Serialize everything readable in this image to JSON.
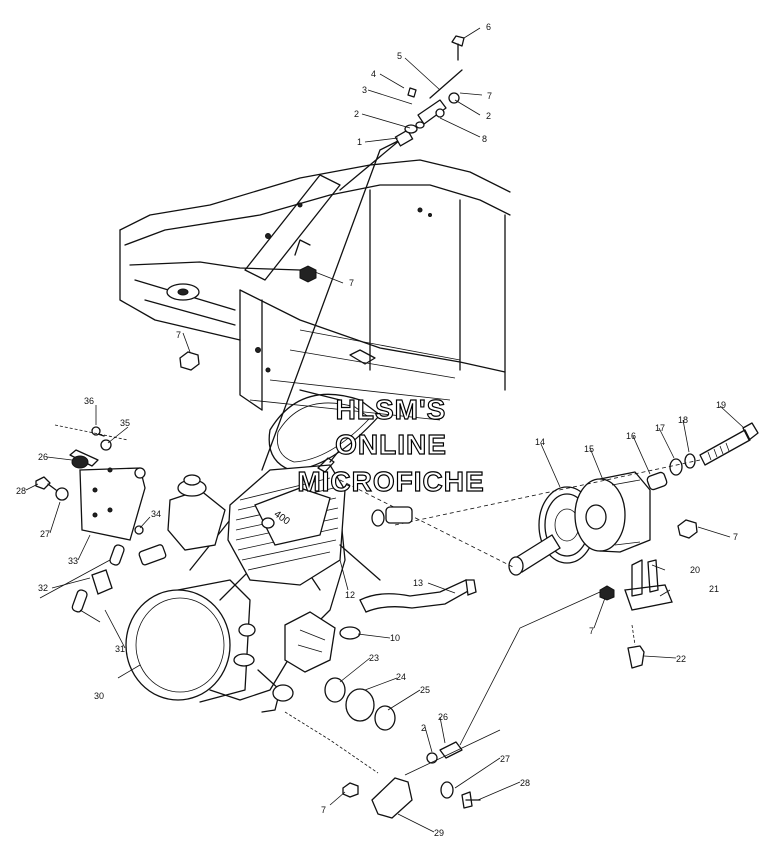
{
  "watermark": {
    "lines": [
      "HLSM'S",
      "ONLINE",
      "MICROFICHE"
    ]
  },
  "callouts": [
    {
      "id": "c1",
      "label": "1"
    },
    {
      "id": "c2a",
      "label": "2"
    },
    {
      "id": "c2b",
      "label": "2"
    },
    {
      "id": "c2c",
      "label": "2"
    },
    {
      "id": "c3",
      "label": "3"
    },
    {
      "id": "c4",
      "label": "4"
    },
    {
      "id": "c5",
      "label": "5"
    },
    {
      "id": "c6",
      "label": "6"
    },
    {
      "id": "c7a",
      "label": "7"
    },
    {
      "id": "c7b",
      "label": "7"
    },
    {
      "id": "c7c",
      "label": "7"
    },
    {
      "id": "c7d",
      "label": "7"
    },
    {
      "id": "c7e",
      "label": "7"
    },
    {
      "id": "c7f",
      "label": "7"
    },
    {
      "id": "c8",
      "label": "8"
    },
    {
      "id": "c10",
      "label": "10"
    },
    {
      "id": "c12",
      "label": "12"
    },
    {
      "id": "c13",
      "label": "13"
    },
    {
      "id": "c14",
      "label": "14"
    },
    {
      "id": "c15",
      "label": "15"
    },
    {
      "id": "c16",
      "label": "16"
    },
    {
      "id": "c17",
      "label": "17"
    },
    {
      "id": "c18",
      "label": "18"
    },
    {
      "id": "c19",
      "label": "19"
    },
    {
      "id": "c20",
      "label": "20"
    },
    {
      "id": "c21",
      "label": "21"
    },
    {
      "id": "c22",
      "label": "22"
    },
    {
      "id": "c23",
      "label": "23"
    },
    {
      "id": "c24",
      "label": "24"
    },
    {
      "id": "c25",
      "label": "25"
    },
    {
      "id": "c26a",
      "label": "26"
    },
    {
      "id": "c26b",
      "label": "26"
    },
    {
      "id": "c27a",
      "label": "27"
    },
    {
      "id": "c27b",
      "label": "27"
    },
    {
      "id": "c28a",
      "label": "28"
    },
    {
      "id": "c28b",
      "label": "28"
    },
    {
      "id": "c29",
      "label": "29"
    },
    {
      "id": "c30",
      "label": "30"
    },
    {
      "id": "c31",
      "label": "31"
    },
    {
      "id": "c32",
      "label": "32"
    },
    {
      "id": "c33",
      "label": "33"
    },
    {
      "id": "c34",
      "label": "34"
    },
    {
      "id": "c35",
      "label": "35"
    },
    {
      "id": "c36",
      "label": "36"
    }
  ]
}
